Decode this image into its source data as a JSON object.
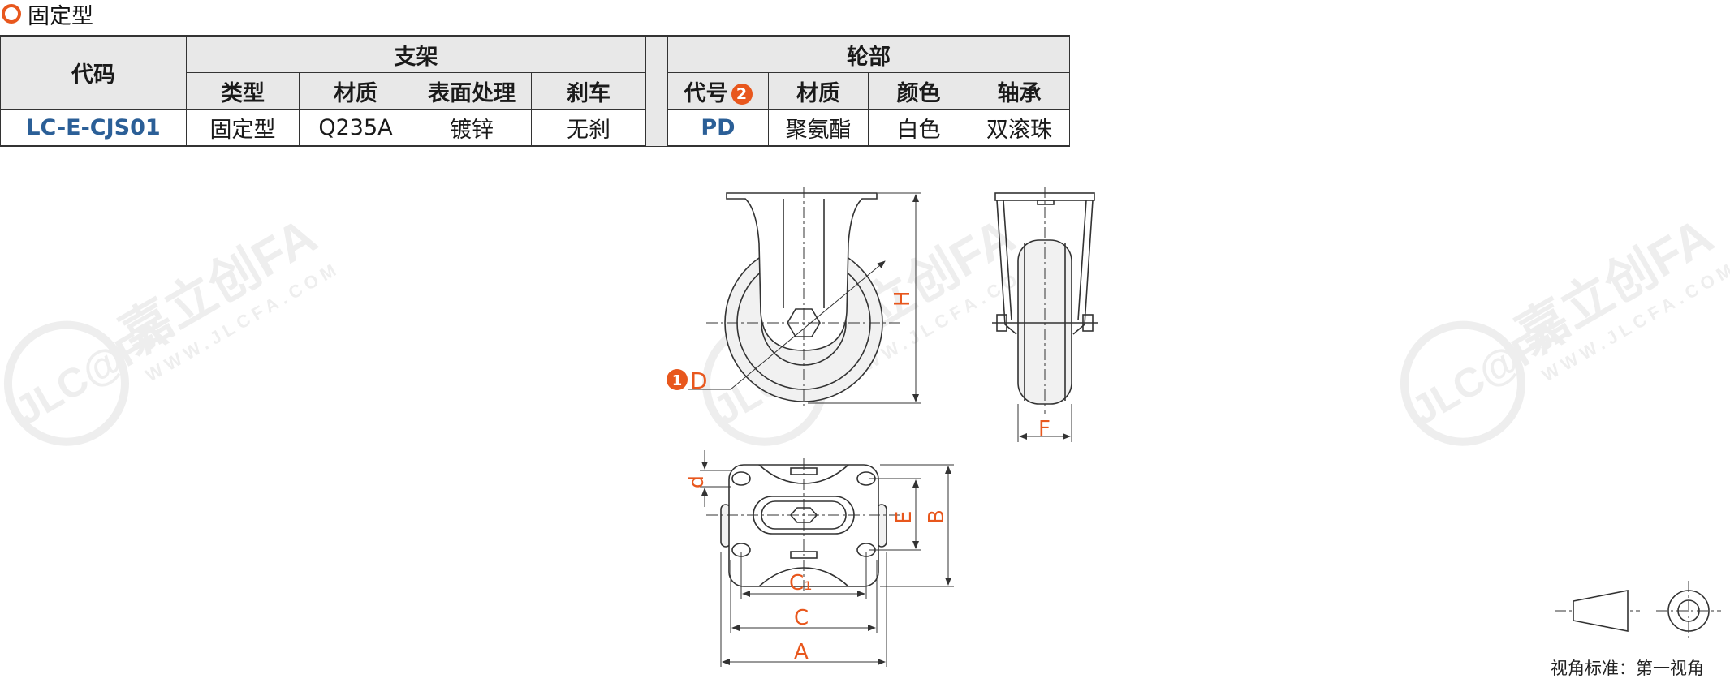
{
  "section": {
    "title": "固定型",
    "marker_icon": "orange-ring-icon",
    "accent": "#e8571d"
  },
  "table": {
    "header_code": "代码",
    "header_bracket": "支架",
    "header_wheel": "轮部",
    "bracket_cols": [
      "类型",
      "材质",
      "表面处理",
      "刹车"
    ],
    "wheel_code_label": "代号",
    "wheel_code_badge": "2",
    "wheel_cols": [
      "材质",
      "颜色",
      "轴承"
    ],
    "row": {
      "code": "LC-E-CJS01",
      "type": "固定型",
      "material": "Q235A",
      "surface": "镀锌",
      "brake": "无刹",
      "wheel_code": "PD",
      "wheel_material": "聚氨酯",
      "wheel_color": "白色",
      "bearing": "双滚珠"
    },
    "code_color": "#2b5f97"
  },
  "drawing": {
    "dim_labels": {
      "D": "D",
      "D_badge": "1",
      "H": "H",
      "F": "F",
      "d": "d",
      "E": "E",
      "B": "B",
      "C1": "C₁",
      "C": "C",
      "A": "A"
    },
    "dim_color": "#e8571d",
    "watermark": {
      "brand": "嘉立创FA",
      "logo": "JLC@FA",
      "url": "WWW.JLCFA.COM"
    }
  },
  "view_standard": "视角标准：第一视角"
}
